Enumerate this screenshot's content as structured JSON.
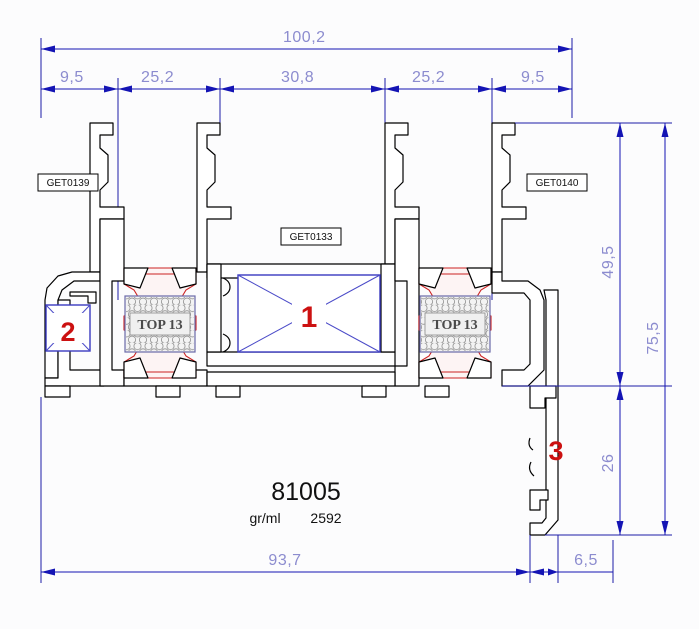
{
  "drawing": {
    "title_code": "81005",
    "weight_label": "gr/ml",
    "weight_value": "2592",
    "colors": {
      "dimension_text": "#8c8ccf",
      "dimension_line": "#1414b4",
      "outline": "#000000",
      "gasket": "#cc2222",
      "marker": "#cc1111",
      "marker_box": "#3a3ac0",
      "background": "#fcfcfd"
    }
  },
  "dimensions": {
    "top_overall": "100,2",
    "top_chain": [
      "9,5",
      "25,2",
      "30,8",
      "25,2",
      "9,5"
    ],
    "bottom_main": "93,7",
    "bottom_extra": "6,5",
    "right_upper": "49,5",
    "right_total": "75,5",
    "right_lower": "26"
  },
  "callouts": {
    "gasket_left": "GET0139",
    "gasket_center": "GET0133",
    "gasket_right": "GET0140"
  },
  "insulators": {
    "left_label": "TOP 13",
    "right_label": "TOP 13"
  },
  "markers": {
    "center": "1",
    "left": "2",
    "right": "3"
  }
}
